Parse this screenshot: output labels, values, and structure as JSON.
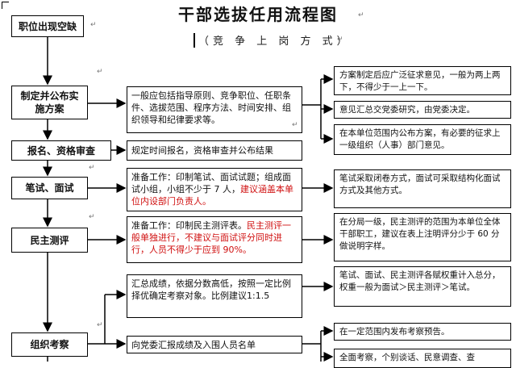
{
  "title": "干部选拔任用流程图",
  "subtitle": "（竞 争 上 岗 方 式）",
  "paragraph_mark": "↵",
  "steps": [
    {
      "id": "vacancy",
      "label": "职位出现空缺"
    },
    {
      "id": "plan",
      "label": "制定并公布实施方案"
    },
    {
      "id": "signup",
      "label": "报名、资格审查"
    },
    {
      "id": "exam",
      "label": "笔试、面试"
    },
    {
      "id": "evaluation",
      "label": "民主测评"
    },
    {
      "id": "inspection",
      "label": "组织考察"
    }
  ],
  "descriptions": {
    "plan": "一般应包括指导原则、竞争职位、任职条件、选拔范围、程序方法、时间安排、组织领导和纪律要求等。",
    "signup": "规定时间报名，资格审查并公布结果",
    "exam": {
      "normal": "准备工作：印制笔试、面试试题；组成面试小组，小组不少于 7 人，",
      "red": "建议涵盖本单位内设部门负责人。"
    },
    "evaluation": {
      "normal": "准备工作：印制民主测评表。",
      "red": "民主测评一般单独进行，不建议与面试评分同时进行，人员不得少于应到 90%。"
    },
    "summary": "汇总成绩，依据分数高低，按照一定比例择优确定考察对象。比例建议1:1.5",
    "report": "向党委汇报成绩及入围人员名单"
  },
  "notes": {
    "plan_1": "方案制定后应广泛征求意见，一般为两上两下，不得少于一上一下。",
    "plan_2": "意见汇总交党委研究，由党委决定。",
    "plan_3": "在本单位范围内公布方案，有必要的征求上一级组织（人事）部门意见。",
    "exam": "笔试采取闭卷方式，面试可采取结构化面试方式及其他方式。",
    "evaluation": "在分局一级，民主测评的范围为本单位全体干部职工，建议在表上注明评分少于 60 分做说明字样。",
    "summary": "笔试、面试、民主测评各赋权重计入总分，权重一般为面试＞民主测评＞笔试。",
    "inspection_1": "在一定范围内发布考察预告。",
    "inspection_2": "全面考察，个别谈话、民意调查、查"
  }
}
